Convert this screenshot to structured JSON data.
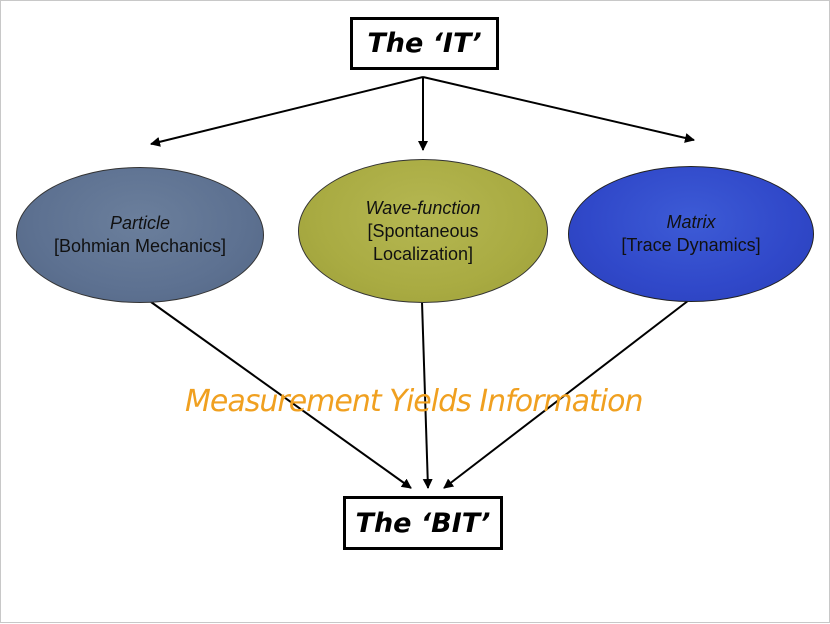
{
  "top_box": {
    "label": "The ‘IT’"
  },
  "bottom_box": {
    "label": "The ‘BIT’"
  },
  "nodes": [
    {
      "title": "Particle",
      "subtitle": "[Bohmian Mechanics]",
      "color": "#5d7191"
    },
    {
      "title": "Wave-function",
      "subtitle_line1": "[Spontaneous",
      "subtitle_line2": "Localization]",
      "color": "#a9ab42"
    },
    {
      "title": "Matrix",
      "subtitle": "[Trace Dynamics]",
      "color": "#3048c9"
    }
  ],
  "caption": {
    "text": "Measurement Yields Information",
    "color": "#f0a020"
  }
}
